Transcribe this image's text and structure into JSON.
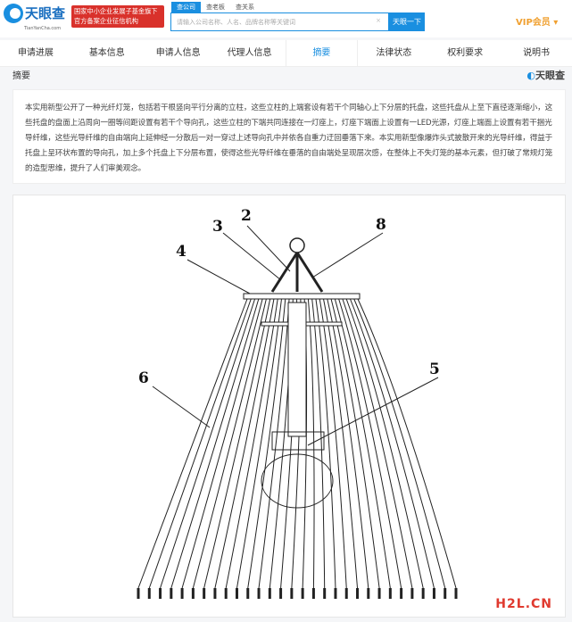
{
  "header": {
    "logo_text": "天眼查",
    "logo_sub": "TianYanCha.com",
    "badge_line1": "国家中小企业发展子基金旗下",
    "badge_line2": "官方备案企业征信机构",
    "search_tabs": [
      "查公司",
      "查老板",
      "查关系"
    ],
    "search_placeholder": "请输入公司名称、人名、品牌名称等关键词",
    "clear": "×",
    "search_button": "天眼一下",
    "vip": "VIP会员 ▾"
  },
  "tabs": [
    "申请进展",
    "基本信息",
    "申请人信息",
    "代理人信息",
    "摘要",
    "法律状态",
    "权利要求",
    "说明书"
  ],
  "section": {
    "title": "摘要",
    "logo": "天眼查"
  },
  "abstract": "本实用新型公开了一种光纤灯笼，包括若干根竖向平行分离的立柱，这些立柱的上端套设有若干个同轴心上下分层的托盘，这些托盘从上至下直径逐渐缩小，这些托盘的盘面上沿周向一圈等间距设置有若干个导向孔，这些立柱的下端共同连接在一灯座上，灯座下端面上设置有一LED光源，灯座上端面上设置有若干捆光导纤维，这些光导纤维的自由端向上延伸经一分散后一对一穿过上述导向孔中并依各自重力迂回垂落下来。本实用新型像爆炸头式披散开来的光导纤维，得益于托盘上呈环状布置的导向孔，加上多个托盘上下分层布置，使得这些光导纤维在垂落的自由端处呈现层次感，在整体上不失灯笼的基本元素，但打破了常规灯笼的造型思维，提升了人们审美观念。",
  "figure": {
    "labels": [
      "2",
      "3",
      "8",
      "4",
      "6",
      "5"
    ]
  },
  "watermark": {
    "a": "H2L",
    "b": ".CN"
  }
}
